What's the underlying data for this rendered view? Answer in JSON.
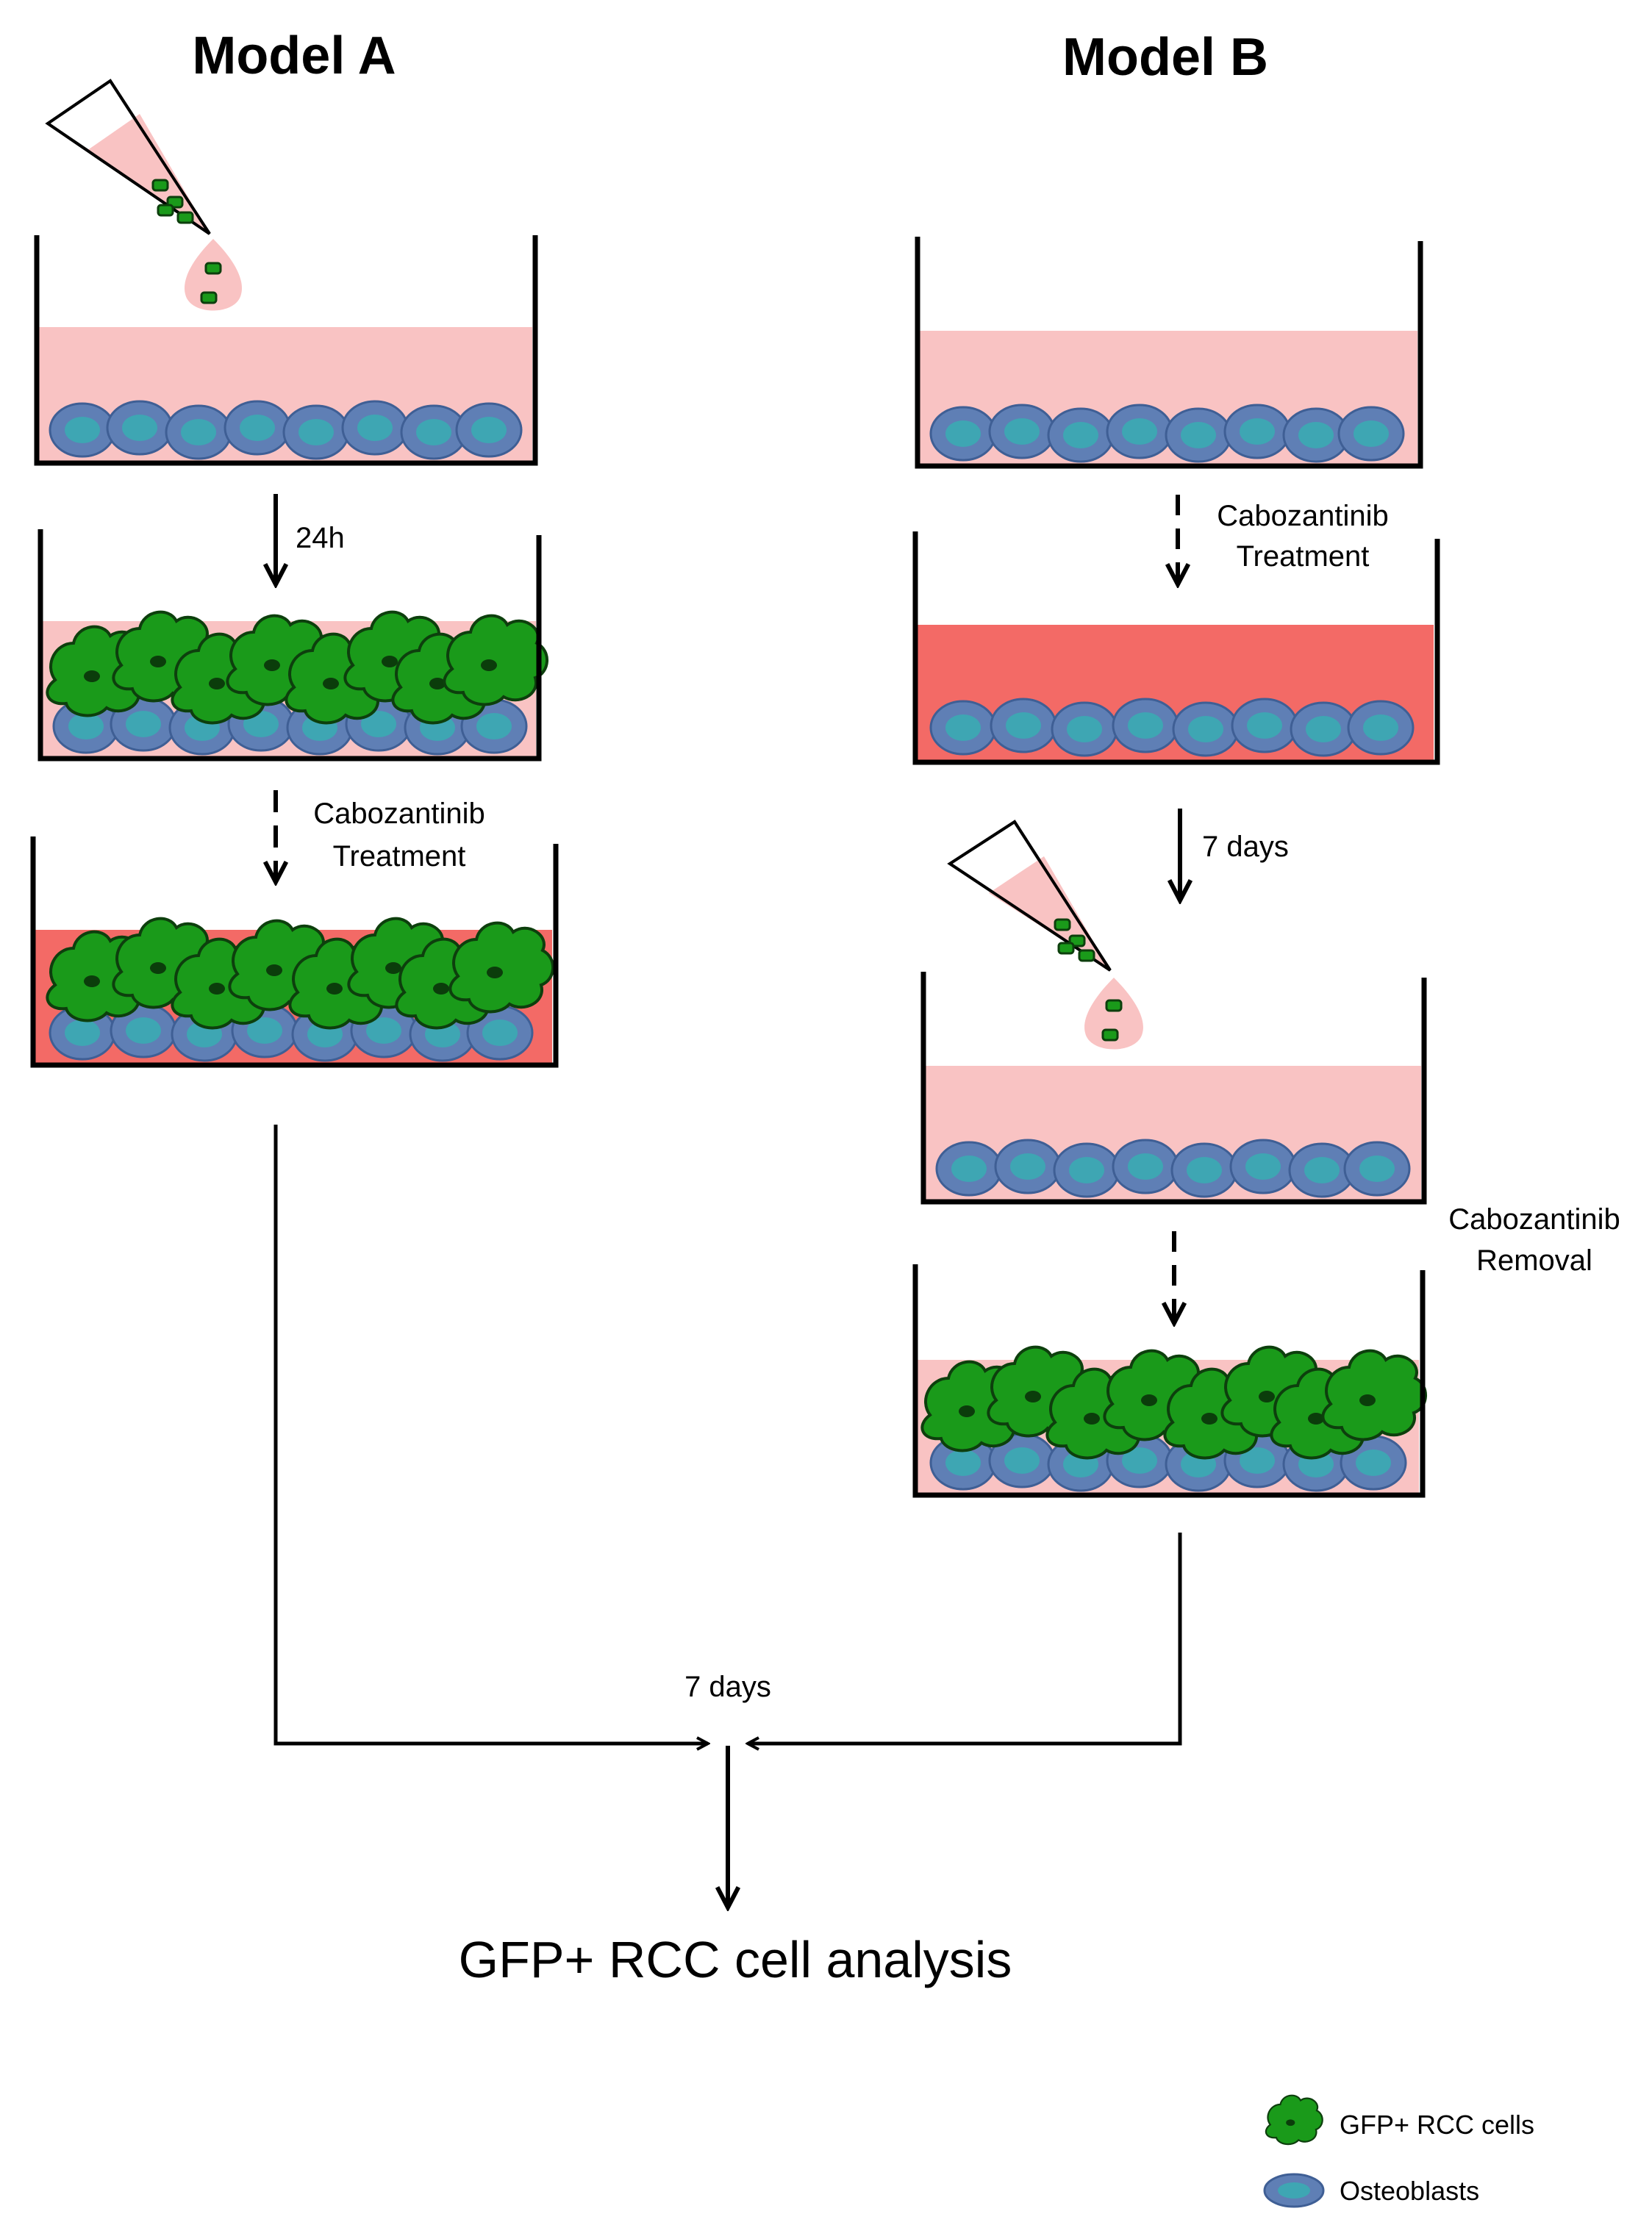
{
  "titles": {
    "model_a": "Model A",
    "model_b": "Model B"
  },
  "labels": {
    "a_24h": "24h",
    "a_cabo_line1": "Cabozantinib",
    "a_cabo_line2": "Treatment",
    "b_cabo_line1": "Cabozantinib",
    "b_cabo_line2": "Treatment",
    "b_7days": "7 days",
    "b_removal_line1": "Cabozantinib",
    "b_removal_line2": "Removal",
    "merge_7days": "7 days",
    "result": "GFP+ RCC cell analysis"
  },
  "legend": {
    "rcc": "GFP+ RCC cells",
    "osteoblasts": "Osteoblasts"
  },
  "colors": {
    "medium_light": "#f9c3c3",
    "medium_drug": "#f36a66",
    "osteoblast_outer": "#5f7fb5",
    "osteoblast_inner": "#3ea6b3",
    "rcc_fill": "#1a9a1a",
    "rcc_stroke": "#0d3f0d",
    "rcc_nucleus": "#0b3d0b"
  }
}
